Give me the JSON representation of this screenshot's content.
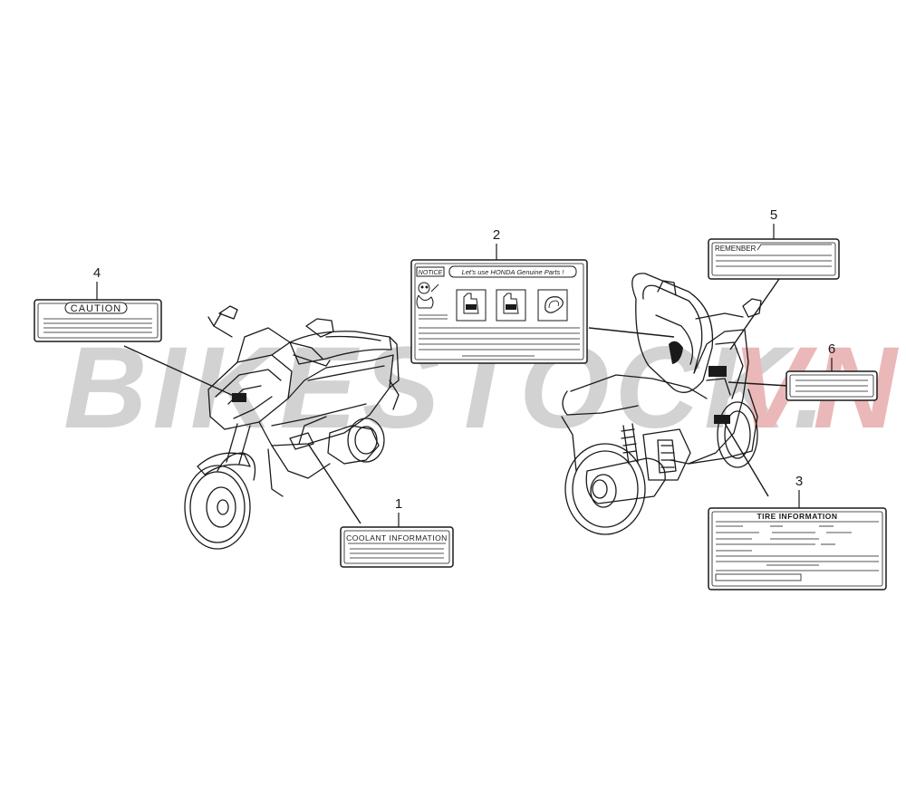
{
  "watermark": {
    "text_main": "BIKESTOCK.",
    "text_accent": "VN",
    "color_main": "#cfcfcf",
    "color_accent": "#e8b5b5"
  },
  "callouts": [
    {
      "number": "1",
      "label_title": "COOLANT INFORMATION"
    },
    {
      "number": "2",
      "label_title": "Let's use HONDA Genuine Parts !",
      "badge": "NOTICE"
    },
    {
      "number": "3",
      "label_title": "TIRE INFORMATION"
    },
    {
      "number": "4",
      "label_title": "CAUTION"
    },
    {
      "number": "5",
      "label_title": "REMENBER"
    },
    {
      "number": "6",
      "label_title": ""
    }
  ],
  "colors": {
    "line": "#1a1a1a",
    "background": "#ffffff"
  }
}
